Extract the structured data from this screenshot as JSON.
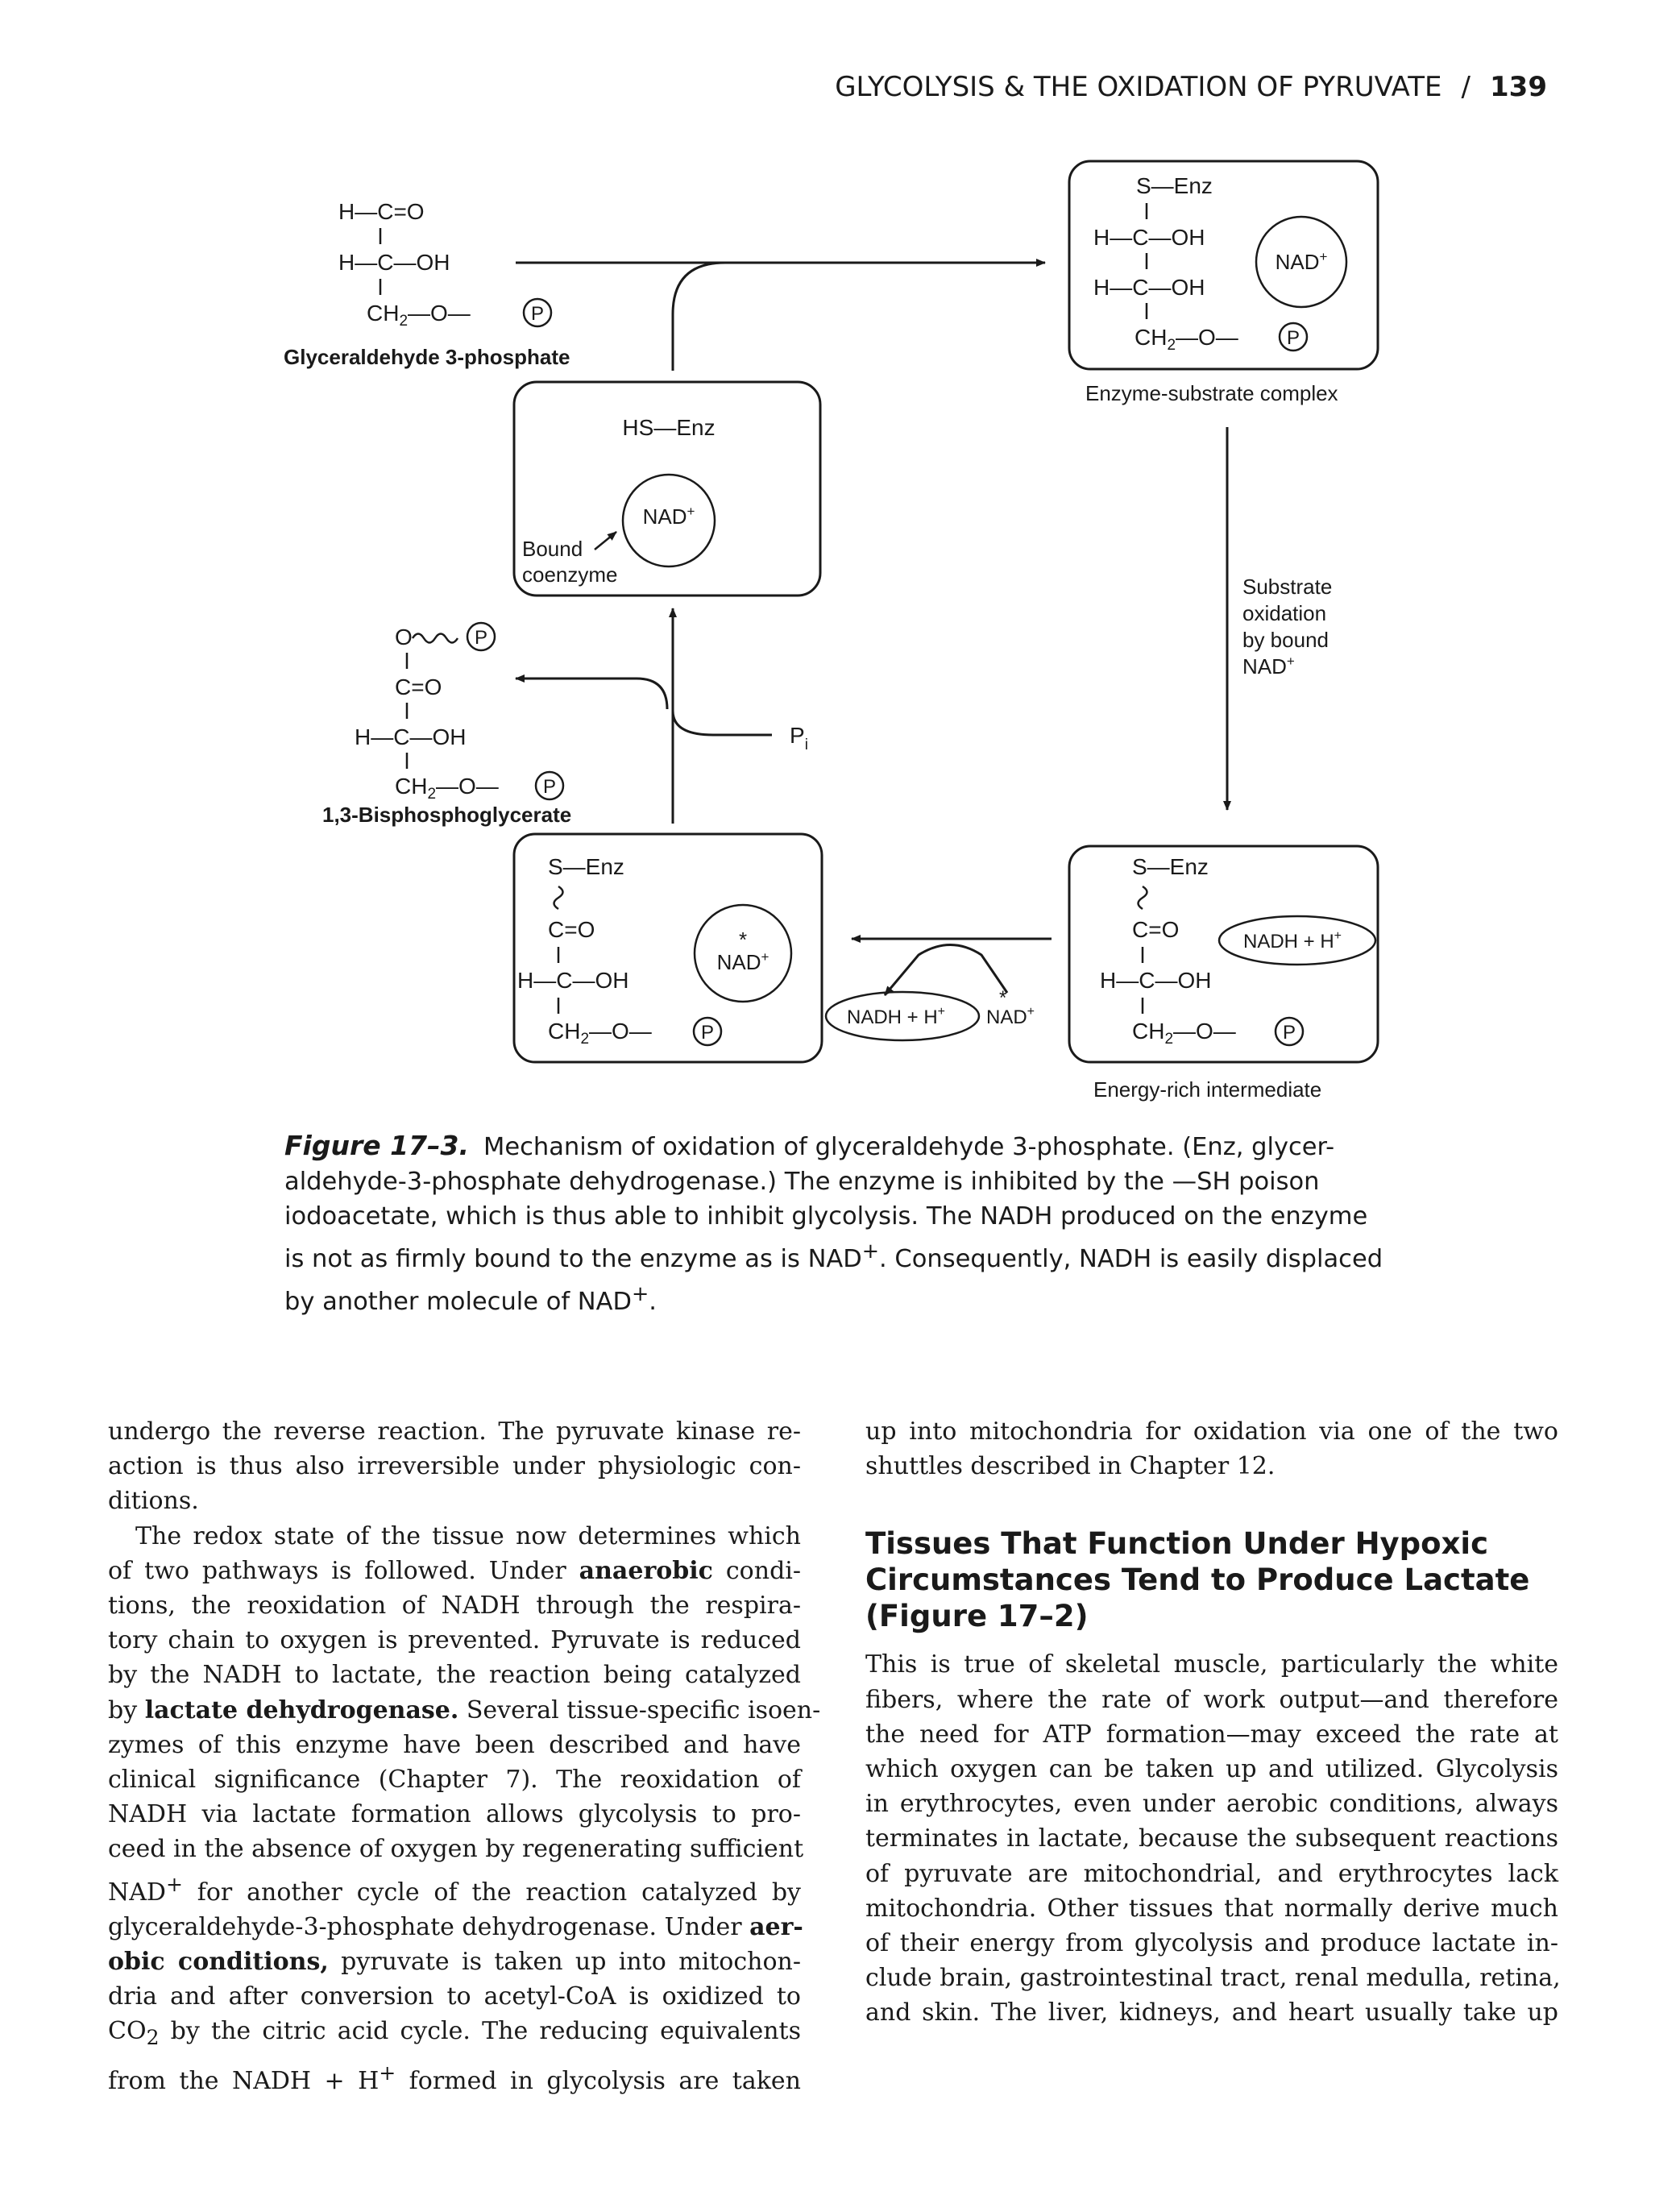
{
  "running_head": {
    "title": "GLYCOLYSIS & THE OXIDATION OF PYRUVATE",
    "separator": "/",
    "page_number": "139"
  },
  "figure": {
    "g3p": {
      "line1": "H—C=O",
      "line2": "H—C—OH",
      "line3_pre": "CH",
      "line3_sub": "2",
      "line3_post": "—O—",
      "phosphate": "P",
      "name": "Glyceraldehyde 3-phosphate"
    },
    "enzyme_free": {
      "hs_enz": "HS—Enz",
      "nad": "NAD",
      "bound1": "Bound",
      "bound2": "coenzyme"
    },
    "esc": {
      "s_enz": "S—Enz",
      "line_hcoh1": "H—C—OH",
      "line_hcoh2": "H—C—OH",
      "ch2_pre": "CH",
      "ch2_sub": "2",
      "ch2_post": "—O—",
      "phosphate": "P",
      "nad": "NAD",
      "label": "Enzyme-substrate complex"
    },
    "oxidation_label": [
      "Substrate",
      "oxidation",
      "by bound",
      "NAD"
    ],
    "bpg": {
      "o_line": "O",
      "c_eq_o": "C=O",
      "hcoh": "H—C—OH",
      "ch2_pre": "CH",
      "ch2_sub": "2",
      "ch2_post": "—O—",
      "phosphate": "P",
      "name": "1,3-Bisphosphoglycerate"
    },
    "pi": {
      "main": "P",
      "sub": "i"
    },
    "acyl": {
      "s_enz": "S—Enz",
      "c_eq_o": "C=O",
      "hcoh": "H—C—OH",
      "ch2_pre": "CH",
      "ch2_sub": "2",
      "ch2_post": "—O—",
      "phosphate": "P",
      "nad": "NAD",
      "star": "*"
    },
    "exchange": {
      "nadh": "NADH + H",
      "nad": "NAD",
      "star": "*"
    },
    "eri": {
      "s_enz": "S—Enz",
      "c_eq_o": "C=O",
      "hcoh": "H—C—OH",
      "ch2_pre": "CH",
      "ch2_sub": "2",
      "ch2_post": "—O—",
      "phosphate": "P",
      "nadh": "NADH + H",
      "label": "Energy-rich intermediate"
    },
    "plus": "+"
  },
  "caption": {
    "label": "Figure 17–3.",
    "lines": [
      "Mechanism of oxidation of glyceraldehyde 3-phosphate. (Enz, glycer-",
      "aldehyde-3-phosphate dehydrogenase.) The enzyme is inhibited by the —SH poison",
      "iodoacetate, which is thus able to inhibit glycolysis. The NADH produced on the enzyme",
      "is not as firmly bound to the enzyme as is NAD"
    ],
    "line4_tail": ". Consequently, NADH is easily displaced",
    "line5_pre": "by another molecule of NAD",
    "line5_post": ".",
    "plus": "+"
  },
  "left_column": {
    "p1": [
      "undergo the reverse reaction. The pyruvate kinase re-",
      "action is thus also irreversible under physiologic con-",
      "ditions."
    ],
    "p2_l1": "The redox state of the tissue now determines which",
    "p2_l2_pre": "of two pathways is followed. Under ",
    "anaerobic": "anaerobic",
    "p2_l2_post": " condi-",
    "p2_l3": "tions, the reoxidation of NADH through the respira-",
    "p2_l4": "tory chain to oxygen is prevented. Pyruvate is reduced",
    "p2_l5": "by the NADH to lactate, the reaction being catalyzed",
    "p2_l6_pre": "by ",
    "lactate_dh": "lactate dehydrogenase.",
    "p2_l6_post": " Several tissue-specific isoen-",
    "p2_l7": "zymes of this enzyme have been described and have",
    "p2_l8": "clinical significance (Chapter 7). The reoxidation of",
    "p2_l9": "NADH via lactate formation allows glycolysis to pro-",
    "p2_l10": "ceed in the absence of oxygen by regenerating sufficient",
    "p2_l11_pre": "NAD",
    "p2_l11_post": " for another cycle of the reaction catalyzed by",
    "p2_l12_pre": "glyceraldehyde-3-phosphate dehydrogenase. Under ",
    "aer": "aer-",
    "aerobic2": "obic conditions,",
    "p2_l13_post": " pyruvate is taken up into mitochon-",
    "p2_l14": "dria and after conversion to acetyl-CoA is oxidized to",
    "p2_l15_pre": "CO",
    "p2_l15_sub": "2",
    "p2_l15_post": " by the citric acid cycle. The reducing equivalents",
    "p2_l16_pre": "from the NADH + H",
    "p2_l16_post": " formed in glycolysis are taken",
    "plus": "+"
  },
  "right_column": {
    "intro": [
      "up into mitochondria for oxidation via one of the two",
      "shuttles described in Chapter 12."
    ],
    "heading": [
      "Tissues That Function Under Hypoxic",
      "Circumstances Tend to Produce Lactate",
      "(Figure 17–2)"
    ],
    "body": [
      "This is true of skeletal muscle, particularly the white",
      "fibers, where the rate of work output—and therefore",
      "the need for ATP formation—may exceed the rate at",
      "which oxygen can be taken up and utilized. Glycolysis",
      "in erythrocytes, even under aerobic conditions, always",
      "terminates in lactate, because the subsequent reactions",
      "of pyruvate are mitochondrial, and erythrocytes lack",
      "mitochondria. Other tissues that normally derive much",
      "of their energy from glycolysis and produce lactate in-",
      "clude brain, gastrointestinal tract, renal medulla, retina,",
      "and skin. The liver, kidneys, and heart usually take up"
    ]
  }
}
